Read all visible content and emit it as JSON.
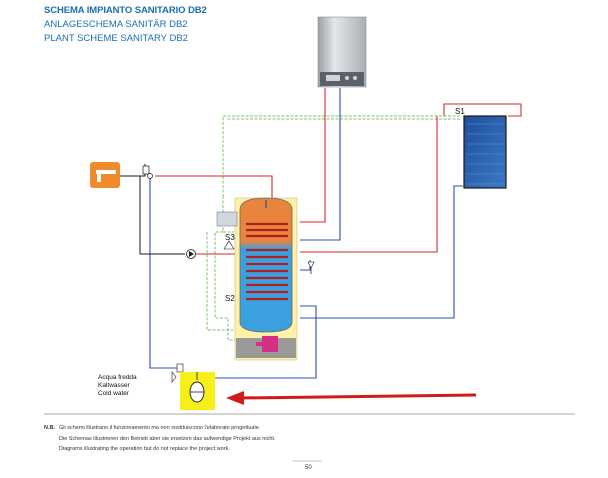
{
  "header": {
    "title": "SCHEMA IMPIANTO SANITARIO DB2",
    "subtitle_de": "ANLAGESCHEMA SANITÄR DB2",
    "subtitle_en": "PLANT SCHEME SANITARY DB2"
  },
  "diagram": {
    "sensor_s1": "S1",
    "sensor_s2": "S2",
    "sensor_s3": "S3",
    "cold_water_it": "Acqua fredda",
    "cold_water_de": "Kaltwasser",
    "cold_water_en": "Cold water"
  },
  "footer": {
    "nb_label": "N.B.",
    "note_it": "Gli schemi illustrano il funzionamento ma non sostituiscono l'elaborato progettuale.",
    "note_de": "Die Schemas illustrieren den Betrieb aber sie ersetzen das aufwendige Projekt aus nicht.",
    "note_en": "Diagrams illustrating the operation but do not replace the project work.",
    "page_number": "50"
  },
  "colors": {
    "hot_line": "#d42a2a",
    "cold_line": "#2b4fa8",
    "solar_line": "#7cc06a",
    "tank_orange": "#e8843c",
    "tank_blue": "#3aa0de",
    "highlight_yellow": "#f6ef1a",
    "arrow_red": "#d11a1a",
    "title_blue": "#1a6fb0"
  }
}
